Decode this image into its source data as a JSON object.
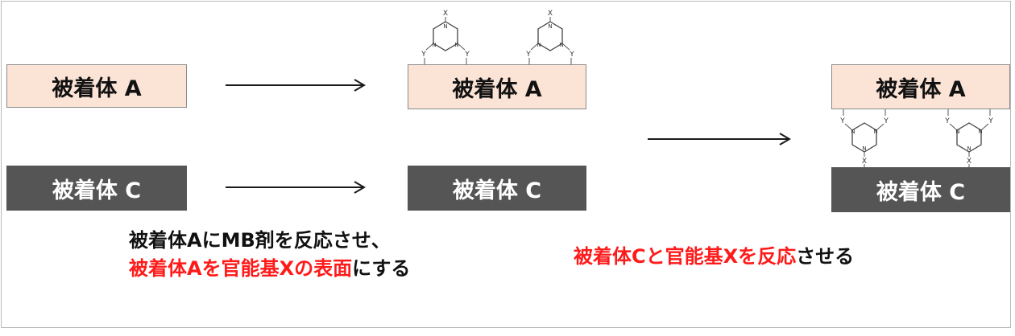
{
  "boxes": {
    "a": "被着体 A",
    "c": "被着体 C"
  },
  "molecule": {
    "n": "N",
    "x": "X",
    "y": "Y"
  },
  "captions": {
    "left_line1": "被着体AにMB剤を反応させ、",
    "left_line2_red": "被着体Aを官能基Xの表面",
    "left_line2_black": "にする",
    "right_red": "被着体Cと官能基Xを反応",
    "right_black": "させる"
  },
  "colors": {
    "box_a_fill": "#fbe4d6",
    "box_c_fill": "#555555",
    "highlight_red": "#ff1a1a",
    "arrow": "#1a1a1a"
  }
}
